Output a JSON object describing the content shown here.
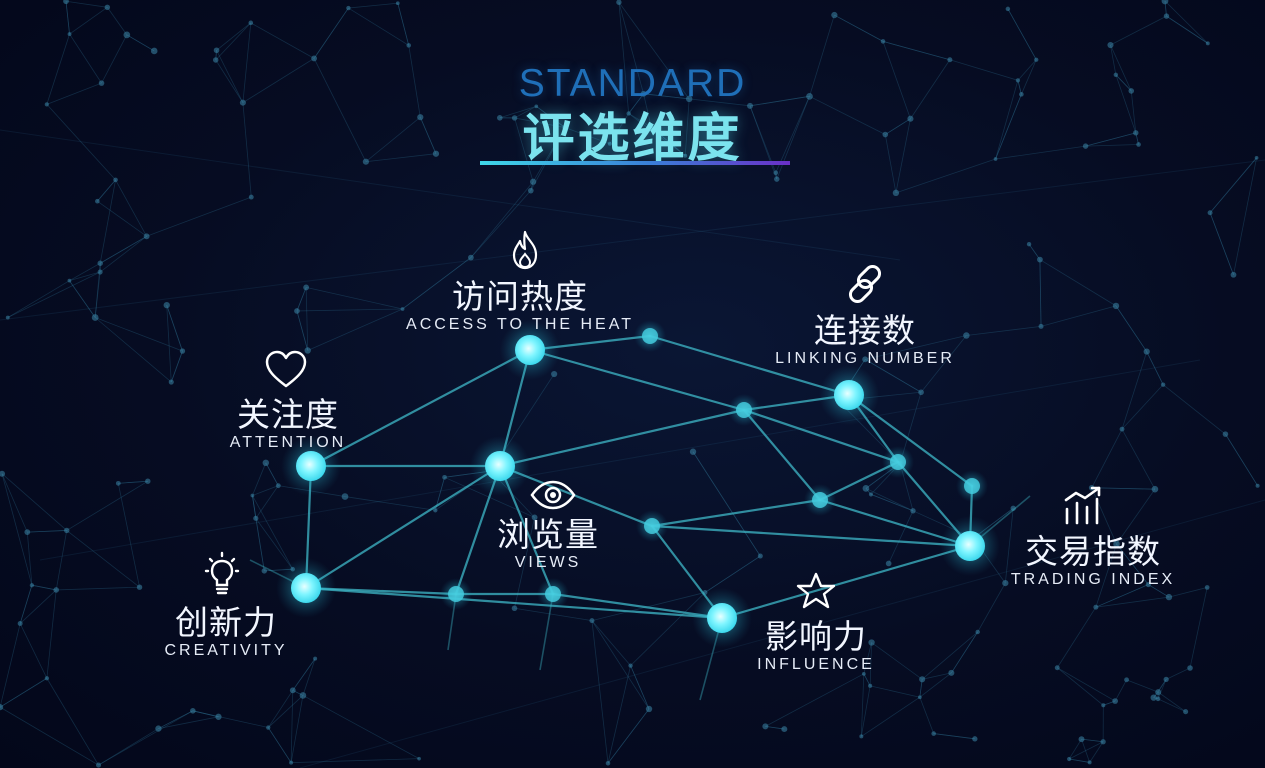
{
  "title": {
    "en": "STANDARD",
    "cn": "评选维度"
  },
  "dimensions": [
    {
      "id": "heat",
      "cn": "访问热度",
      "en": "ACCESS TO THE HEAT",
      "icon": "flame-icon"
    },
    {
      "id": "link",
      "cn": "连接数",
      "en": "LINKING NUMBER",
      "icon": "chain-link-icon"
    },
    {
      "id": "attention",
      "cn": "关注度",
      "en": "ATTENTION",
      "icon": "heart-icon"
    },
    {
      "id": "views",
      "cn": "浏览量",
      "en": "VIEWS",
      "icon": "eye-icon"
    },
    {
      "id": "trading",
      "cn": "交易指数",
      "en": "TRADING INDEX",
      "icon": "trend-chart-icon"
    },
    {
      "id": "creativity",
      "cn": "创新力",
      "en": "CREATIVITY",
      "icon": "lightbulb-icon"
    },
    {
      "id": "influence",
      "cn": "影响力",
      "en": "INFLUENCE",
      "icon": "star-icon"
    }
  ],
  "colors": {
    "background": "#050a1c",
    "node": "#5ff3ff",
    "edge": "#3fb8c8",
    "title_en": "#1f6fb8",
    "title_cn": "#7be3ee",
    "underline_start": "#3fd7e8",
    "underline_end": "#6a2fc8"
  }
}
